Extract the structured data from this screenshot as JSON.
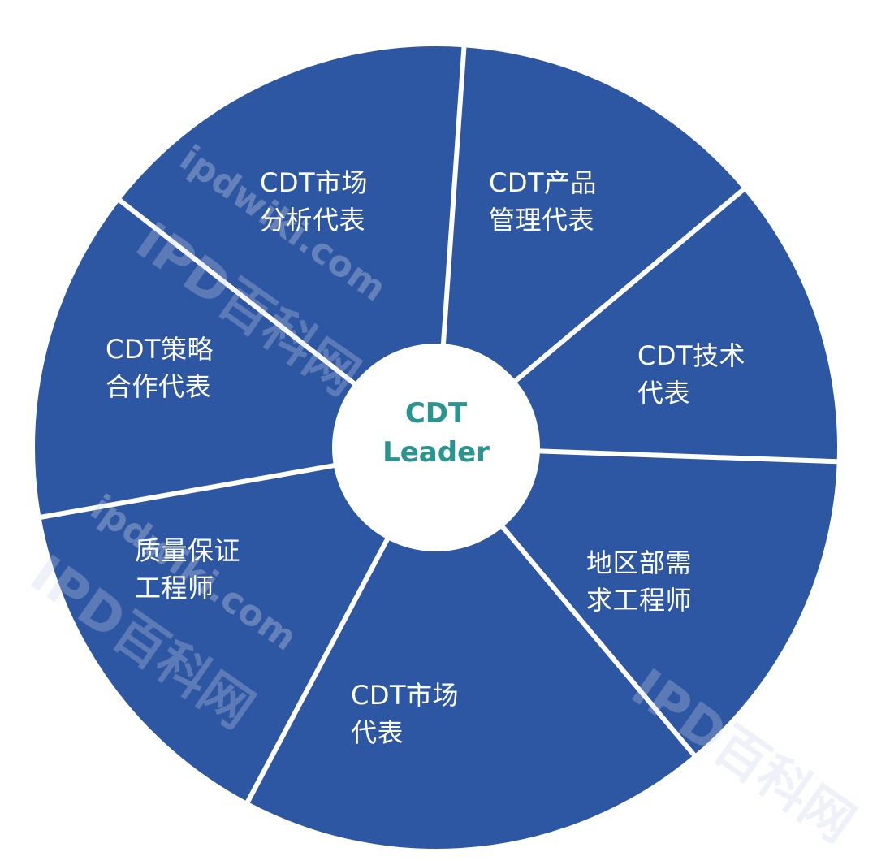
{
  "diagram": {
    "center": {
      "lines": [
        "CDT",
        "Leader"
      ]
    },
    "segments": [
      {
        "lines": [
          "CDT市场",
          "分析代表"
        ]
      },
      {
        "lines": [
          "CDT产品",
          "管理代表"
        ]
      },
      {
        "lines": [
          "CDT技术",
          "代表"
        ]
      },
      {
        "lines": [
          "地区部需",
          "求工程师"
        ]
      },
      {
        "lines": [
          "CDT市场",
          "代表"
        ]
      },
      {
        "lines": [
          "质量保证",
          "工程师"
        ]
      },
      {
        "lines": [
          "CDT策略",
          "合作代表"
        ]
      }
    ]
  },
  "colors": {
    "segment_fill": "#2e57a3",
    "divider": "#ffffff",
    "center_fill": "#ffffff",
    "center_text": "#2a9590",
    "segment_text": "#ffffff"
  },
  "watermark": {
    "brand_text": "IPD百科网",
    "site_text": "ipdwiki.com"
  }
}
